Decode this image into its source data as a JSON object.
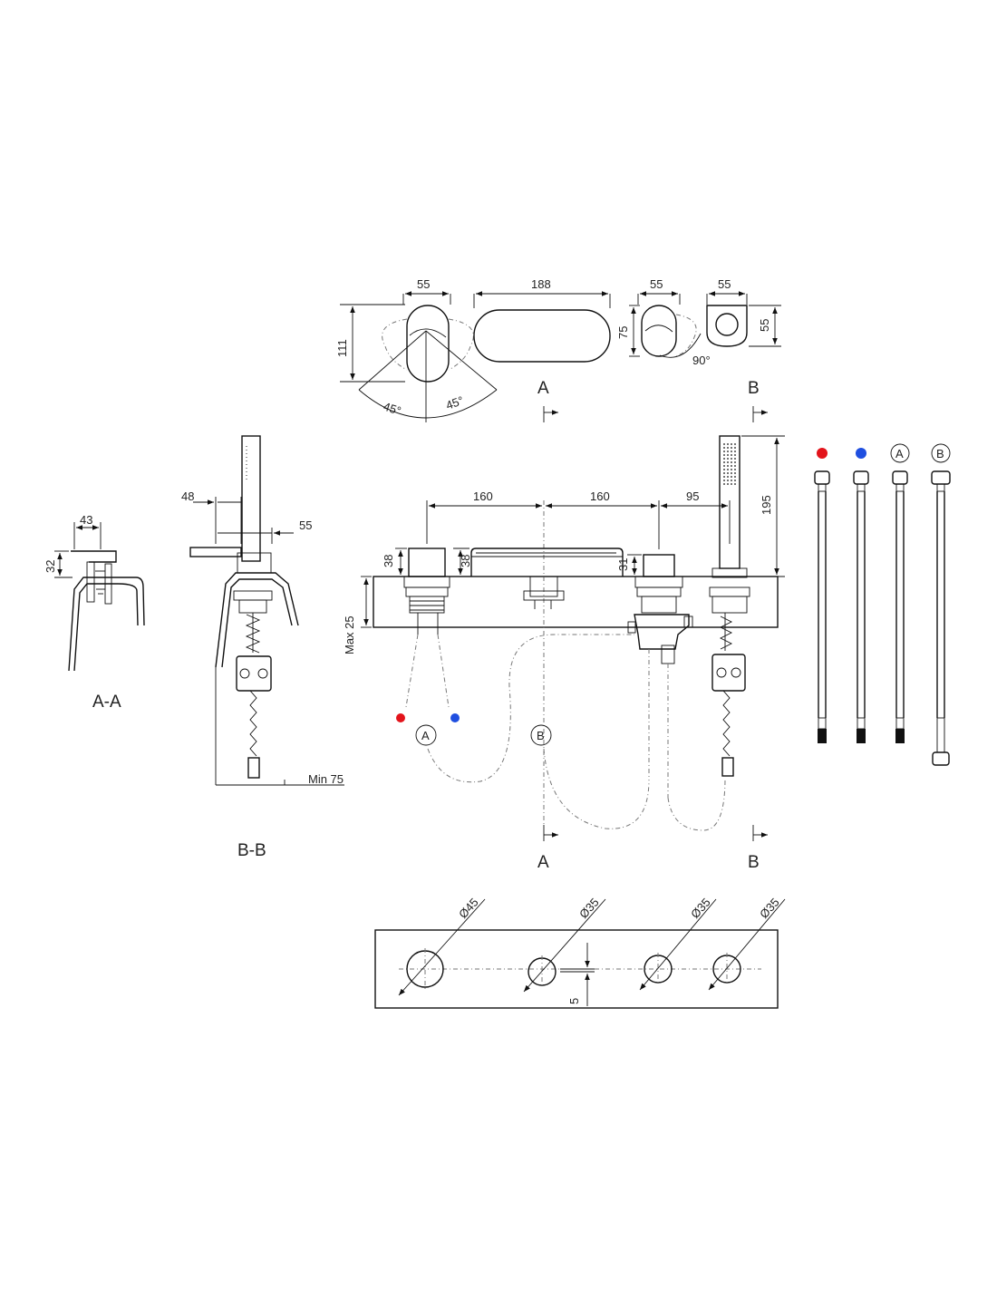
{
  "colors": {
    "hot": "#e3141b",
    "cold": "#1f4fe0",
    "line": "#111111",
    "dash": "#777777"
  },
  "dimensions": {
    "top_handle_width": "55",
    "top_spout_width": "188",
    "top_handle_height": "111",
    "angle_left": "45°",
    "angle_right": "45°",
    "div_width": "55",
    "div_height": "75",
    "div_angle": "90°",
    "holder_width": "55",
    "holder_height": "55",
    "aa_width": "43",
    "aa_height": "32",
    "bb_left": "48",
    "bb_right": "55",
    "bb_min": "Min 75",
    "spacing_1": "160",
    "spacing_2": "160",
    "spacing_3": "95",
    "shower_height": "195",
    "mixer_height_a": "38",
    "mixer_height_b": "38",
    "diverter_height": "31",
    "deck_max": "Max 25",
    "hole_1": "Ø45",
    "hole_2": "Ø35",
    "hole_3": "Ø35",
    "hole_4": "Ø35",
    "hole_offset": "5"
  },
  "labels": {
    "section_a_top": "A",
    "section_b_top": "B",
    "section_a_bottom": "A",
    "section_b_bottom": "B",
    "view_aa": "A-A",
    "view_bb": "B-B",
    "circle_a": "A",
    "circle_b": "B",
    "hose_a": "A",
    "hose_b": "B"
  }
}
